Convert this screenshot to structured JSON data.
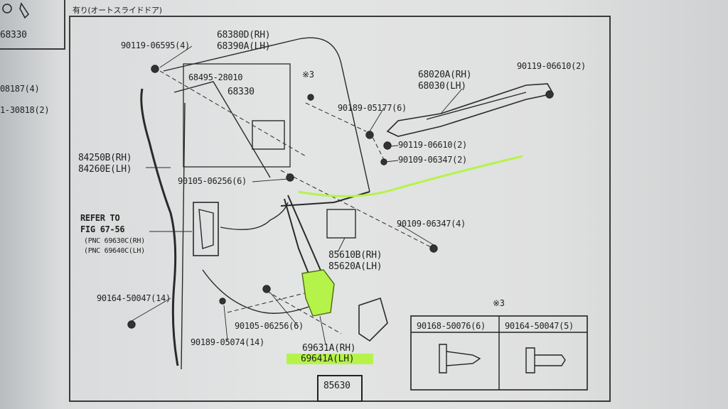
{
  "diagram": {
    "header_note": "有り(オートスライドドア)",
    "corner_part": "68330",
    "left_edge_labels": [
      "08187(4)",
      "1-30818(2)"
    ],
    "parts": {
      "p1": "90119-06595(4)",
      "p2a": "68380D(RH)",
      "p2b": "68390A(LH)",
      "p3": "68495-28010",
      "p4": "68330",
      "p5": "※3",
      "p6": "90189-05177(6)",
      "p7a": "68020A(RH)",
      "p7b": "68030(LH)",
      "p8": "90119-06610(2)",
      "p9": "90119-06610(2)",
      "p10": "90109-06347(2)",
      "p11a": "84250B(RH)",
      "p11b": "84260E(LH)",
      "p12": "90105-06256(6)",
      "p13a": "REFER TO",
      "p13b": "FIG 67-56",
      "p13c": "(PNC  69630C(RH)",
      "p13d": "(PNC  69640C(LH)",
      "p14": "90109-06347(4)",
      "p15a": "85610B(RH)",
      "p15b": "85620A(LH)",
      "p16": "90164-50047(14)",
      "p17": "90105-06256(6)",
      "p18": "90189-05074(14)",
      "p19a": "69631A(RH)",
      "p19b": "69641A(LH)",
      "p20": "85630"
    },
    "inset": {
      "mark": "※3",
      "col1": "90168-50076(6)",
      "col2": "90164-50047(5)"
    },
    "highlight_color": "#b6f34a"
  }
}
